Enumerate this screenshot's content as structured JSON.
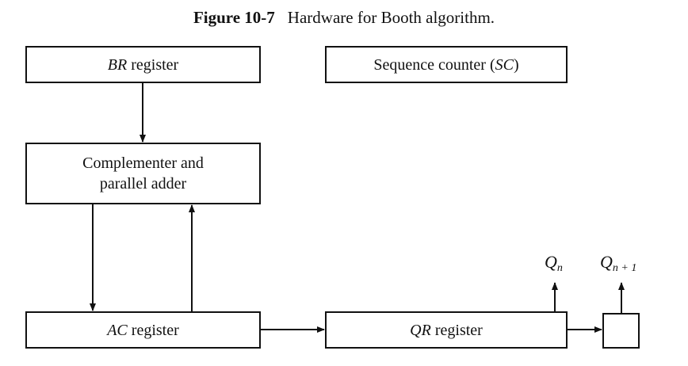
{
  "figure": {
    "number": "Figure 10-7",
    "title": "Hardware for Booth algorithm."
  },
  "blocks": {
    "br": {
      "name": "BR",
      "suffix": " register"
    },
    "sc": {
      "prefix": "Sequence counter (",
      "name": "SC",
      "suffix": ")"
    },
    "adder": {
      "line1": "Complementer and",
      "line2": "parallel adder"
    },
    "ac": {
      "name": "AC",
      "suffix": " register"
    },
    "qr": {
      "name": "QR",
      "suffix": " register"
    }
  },
  "outputs": {
    "qn": {
      "base": "Q",
      "sub": "n"
    },
    "qn1": {
      "base": "Q",
      "sub": "n + 1"
    }
  },
  "connections": [
    {
      "from": "BR register",
      "to": "Complementer and parallel adder"
    },
    {
      "from": "Complementer and parallel adder",
      "to": "AC register"
    },
    {
      "from": "AC register",
      "to": "Complementer and parallel adder"
    },
    {
      "from": "AC register",
      "to": "QR register"
    },
    {
      "from": "QR register",
      "to": "Qn+1 flip-flop"
    },
    {
      "from": "QR register",
      "to": "Qn"
    },
    {
      "from": "Qn+1 flip-flop",
      "to": "Qn+1"
    }
  ]
}
